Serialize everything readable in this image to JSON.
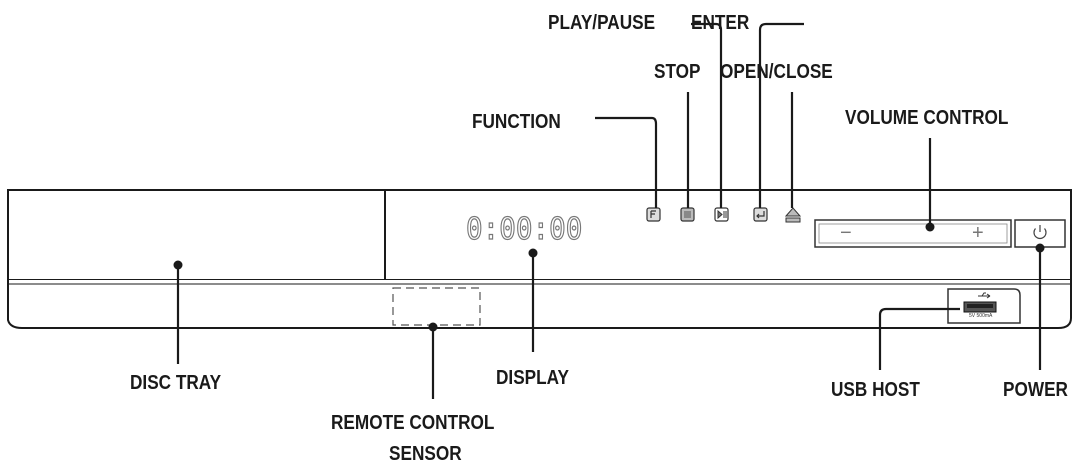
{
  "labels": {
    "play_pause": "PLAY/PAUSE",
    "enter": "ENTER",
    "stop": "STOP",
    "open_close": "OPEN/CLOSE",
    "function": "FUNCTION",
    "volume_control": "VOLUME CONTROL",
    "disc_tray": "DISC TRAY",
    "display": "DISPLAY",
    "remote_control_sensor_line1": "REMOTE CONTROL",
    "remote_control_sensor_line2": "SENSOR",
    "usb_host": "USB HOST",
    "power": "POWER"
  },
  "device": {
    "display_readout": "0:00:00",
    "volume_minus": "−",
    "volume_plus": "+",
    "usb_spec": "5V 500mA"
  },
  "colors": {
    "line": "#1a1a1a",
    "body_fill": "#ffffff",
    "button_fill": "#dddddd"
  },
  "icons": {
    "function": "function-icon",
    "stop": "stop-icon",
    "play_pause": "play-pause-icon",
    "enter": "enter-icon",
    "open_close": "eject-icon",
    "power": "power-icon",
    "usb": "usb-icon"
  }
}
